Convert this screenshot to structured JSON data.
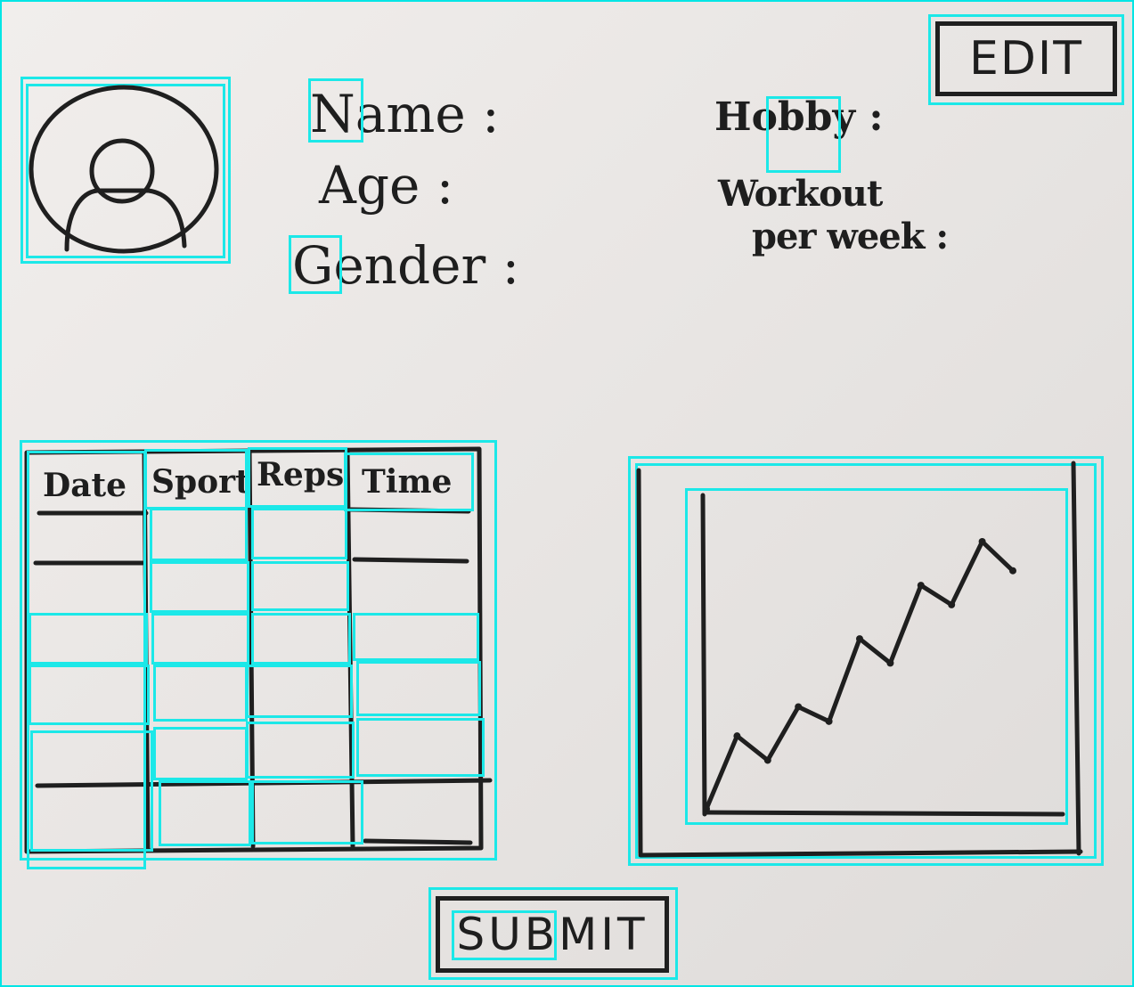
{
  "header": {
    "edit_label": "EDIT"
  },
  "profile": {
    "fields_left": [
      {
        "label": "Name :"
      },
      {
        "label": "Age :"
      },
      {
        "label": "Gender :"
      }
    ],
    "fields_right": [
      {
        "label": "Hobby :"
      },
      {
        "label": "Workout"
      },
      {
        "label": "per week :"
      }
    ]
  },
  "table": {
    "columns": [
      "Date",
      "Sport",
      "Reps",
      "Time"
    ]
  },
  "footer": {
    "submit_label": "SUBMIT"
  },
  "colors": {
    "ink": "#1f1f1f",
    "highlight": "#1ce8e8",
    "paper": "#ece9e7"
  },
  "icons": {
    "avatar": "user-icon"
  },
  "chart_data": {
    "type": "line",
    "x": [
      1,
      2,
      3,
      4,
      5,
      6,
      7,
      8,
      9,
      10,
      11
    ],
    "series": [
      {
        "values": [
          0,
          3,
          2,
          4.2,
          3.6,
          7,
          6,
          9.2,
          8.4,
          11,
          9.8
        ]
      }
    ],
    "grid": false
  }
}
